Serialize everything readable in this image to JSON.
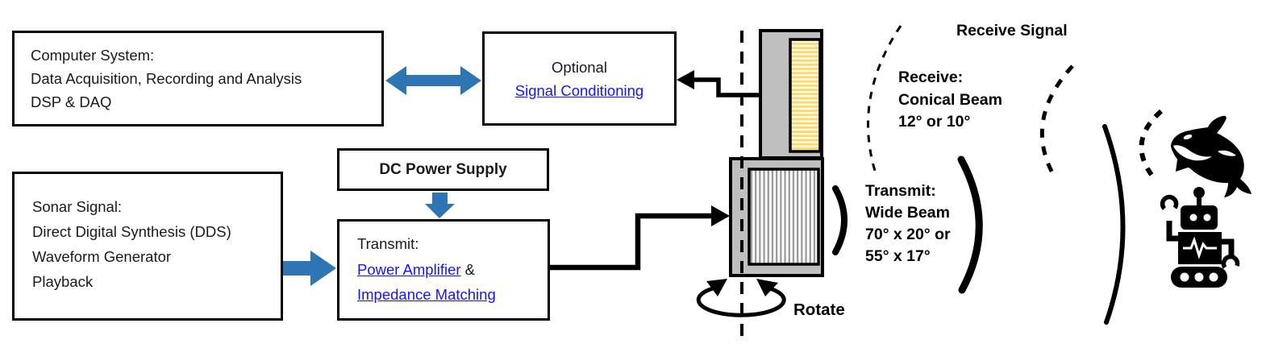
{
  "colors": {
    "arrow_blue": "#2E75B6",
    "link_blue": "#1414FF",
    "gray_fill": "#BFBFBF",
    "yellow_stripe": "#FFD966",
    "stripe_gray": "#9a9a9a"
  },
  "boxes": {
    "computer_system": {
      "lines": [
        "Computer System:",
        "Data Acquisition, Recording and Analysis",
        "DSP & DAQ"
      ]
    },
    "signal_conditioning": {
      "title": "Optional",
      "link": "Signal Conditioning"
    },
    "sonar_signal": {
      "lines": [
        "Sonar Signal:",
        "Direct Digital Synthesis (DDS)",
        "Waveform Generator",
        "Playback"
      ]
    },
    "dc_power_supply": {
      "label": "DC Power Supply"
    },
    "transmit": {
      "title": "Transmit:",
      "link_power": "Power Amplifier",
      "joiner": "&",
      "link_impedance": "Impedance Matching"
    }
  },
  "annotations": {
    "receive_signal": "Receive Signal",
    "receive_beam": {
      "lines": [
        "Receive:",
        "Conical Beam",
        "12° or 10°"
      ]
    },
    "transmit_beam": {
      "lines": [
        "Transmit:",
        "Wide Beam",
        "70° x 20° or",
        "55° x 17°"
      ]
    },
    "rotate": "Rotate"
  },
  "icons": {
    "whale": "orca-whale-icon",
    "robot": "robot-icon",
    "rotation": "rotate-arrow-icon",
    "transducer": "sonar-transducer-icon",
    "transmit_beams": "transmit-beam-arcs",
    "receive_beams": "receive-beam-arcs"
  }
}
